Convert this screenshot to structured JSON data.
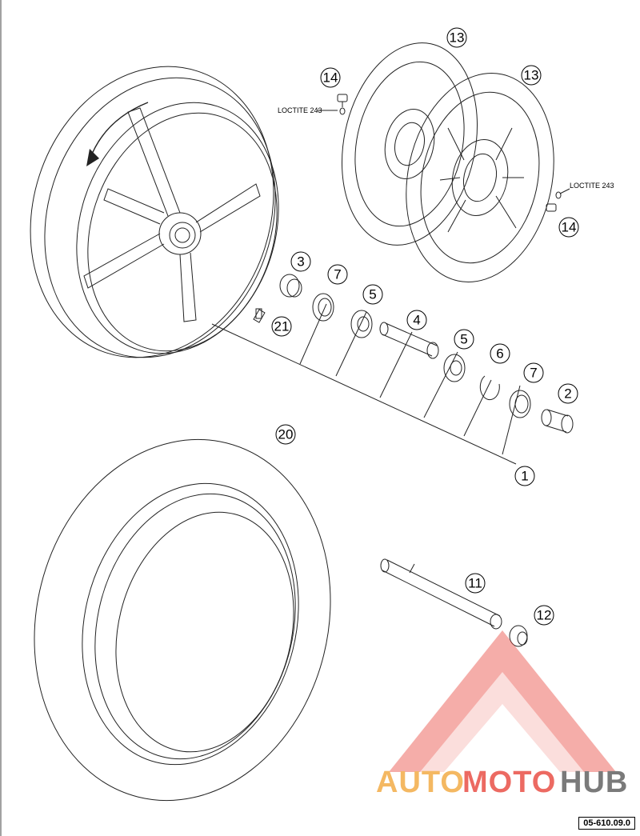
{
  "callouts": {
    "c1": "1",
    "c2": "2",
    "c3": "3",
    "c4": "4",
    "c5a": "5",
    "c5b": "5",
    "c6": "6",
    "c7a": "7",
    "c7b": "7",
    "c11": "11",
    "c12": "12",
    "c13a": "13",
    "c13b": "13",
    "c14a": "14",
    "c14b": "14",
    "c20": "20",
    "c21": "21"
  },
  "notes": {
    "loctite_top": "LOCTITE 243",
    "loctite_right": "LOCTITE 243"
  },
  "reference_code": "05-610.09.0",
  "watermark": {
    "auto": "AUTO",
    "moto": "MOTO",
    "hub": "HUB"
  },
  "colors": {
    "watermark_red": "#e8453c",
    "watermark_orange": "#f2a73b",
    "watermark_gray": "#5a5a5a"
  }
}
